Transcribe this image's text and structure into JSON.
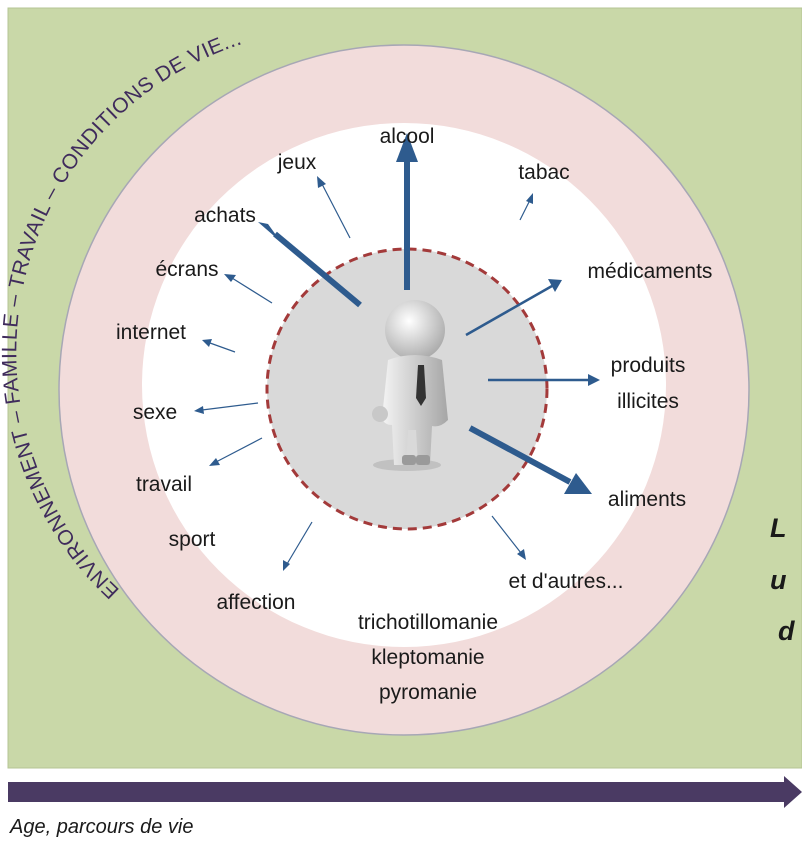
{
  "ring_text": "ENVIRONNEMENT – FAMILLE – TRAVAIL – CONDITIONS DE VIE...",
  "behaviors": {
    "alcool": "alcool",
    "jeux": "jeux",
    "tabac": "tabac",
    "achats": "achats",
    "ecrans": "écrans",
    "medicaments": "médicaments",
    "internet": "internet",
    "produits": "produits",
    "illicites": "illicites",
    "sexe": "sexe",
    "travail": "travail",
    "aliments": "aliments",
    "sport": "sport",
    "affection": "affection",
    "autres": "et d'autres...",
    "trichotillomanie": "trichotillomanie",
    "kleptomanie": "kleptomanie",
    "pyromanie": "pyromanie"
  },
  "side_text": {
    "line1": "L",
    "line2": "u",
    "line3": "d"
  },
  "timeline_label": "Age, parcours de vie",
  "colors": {
    "outer_background": "#c9d8a8",
    "ring_fill": "#f2dcdb",
    "inner_disk": "#ffffff",
    "core_fill": "#d9d9d9",
    "dashed_border": "#a33a3a",
    "arrow": "#2e5b8e",
    "timeline": "#4a3a63",
    "ring_text": "#3f2b5c"
  },
  "icons": {
    "person": "3d-person-icon"
  }
}
